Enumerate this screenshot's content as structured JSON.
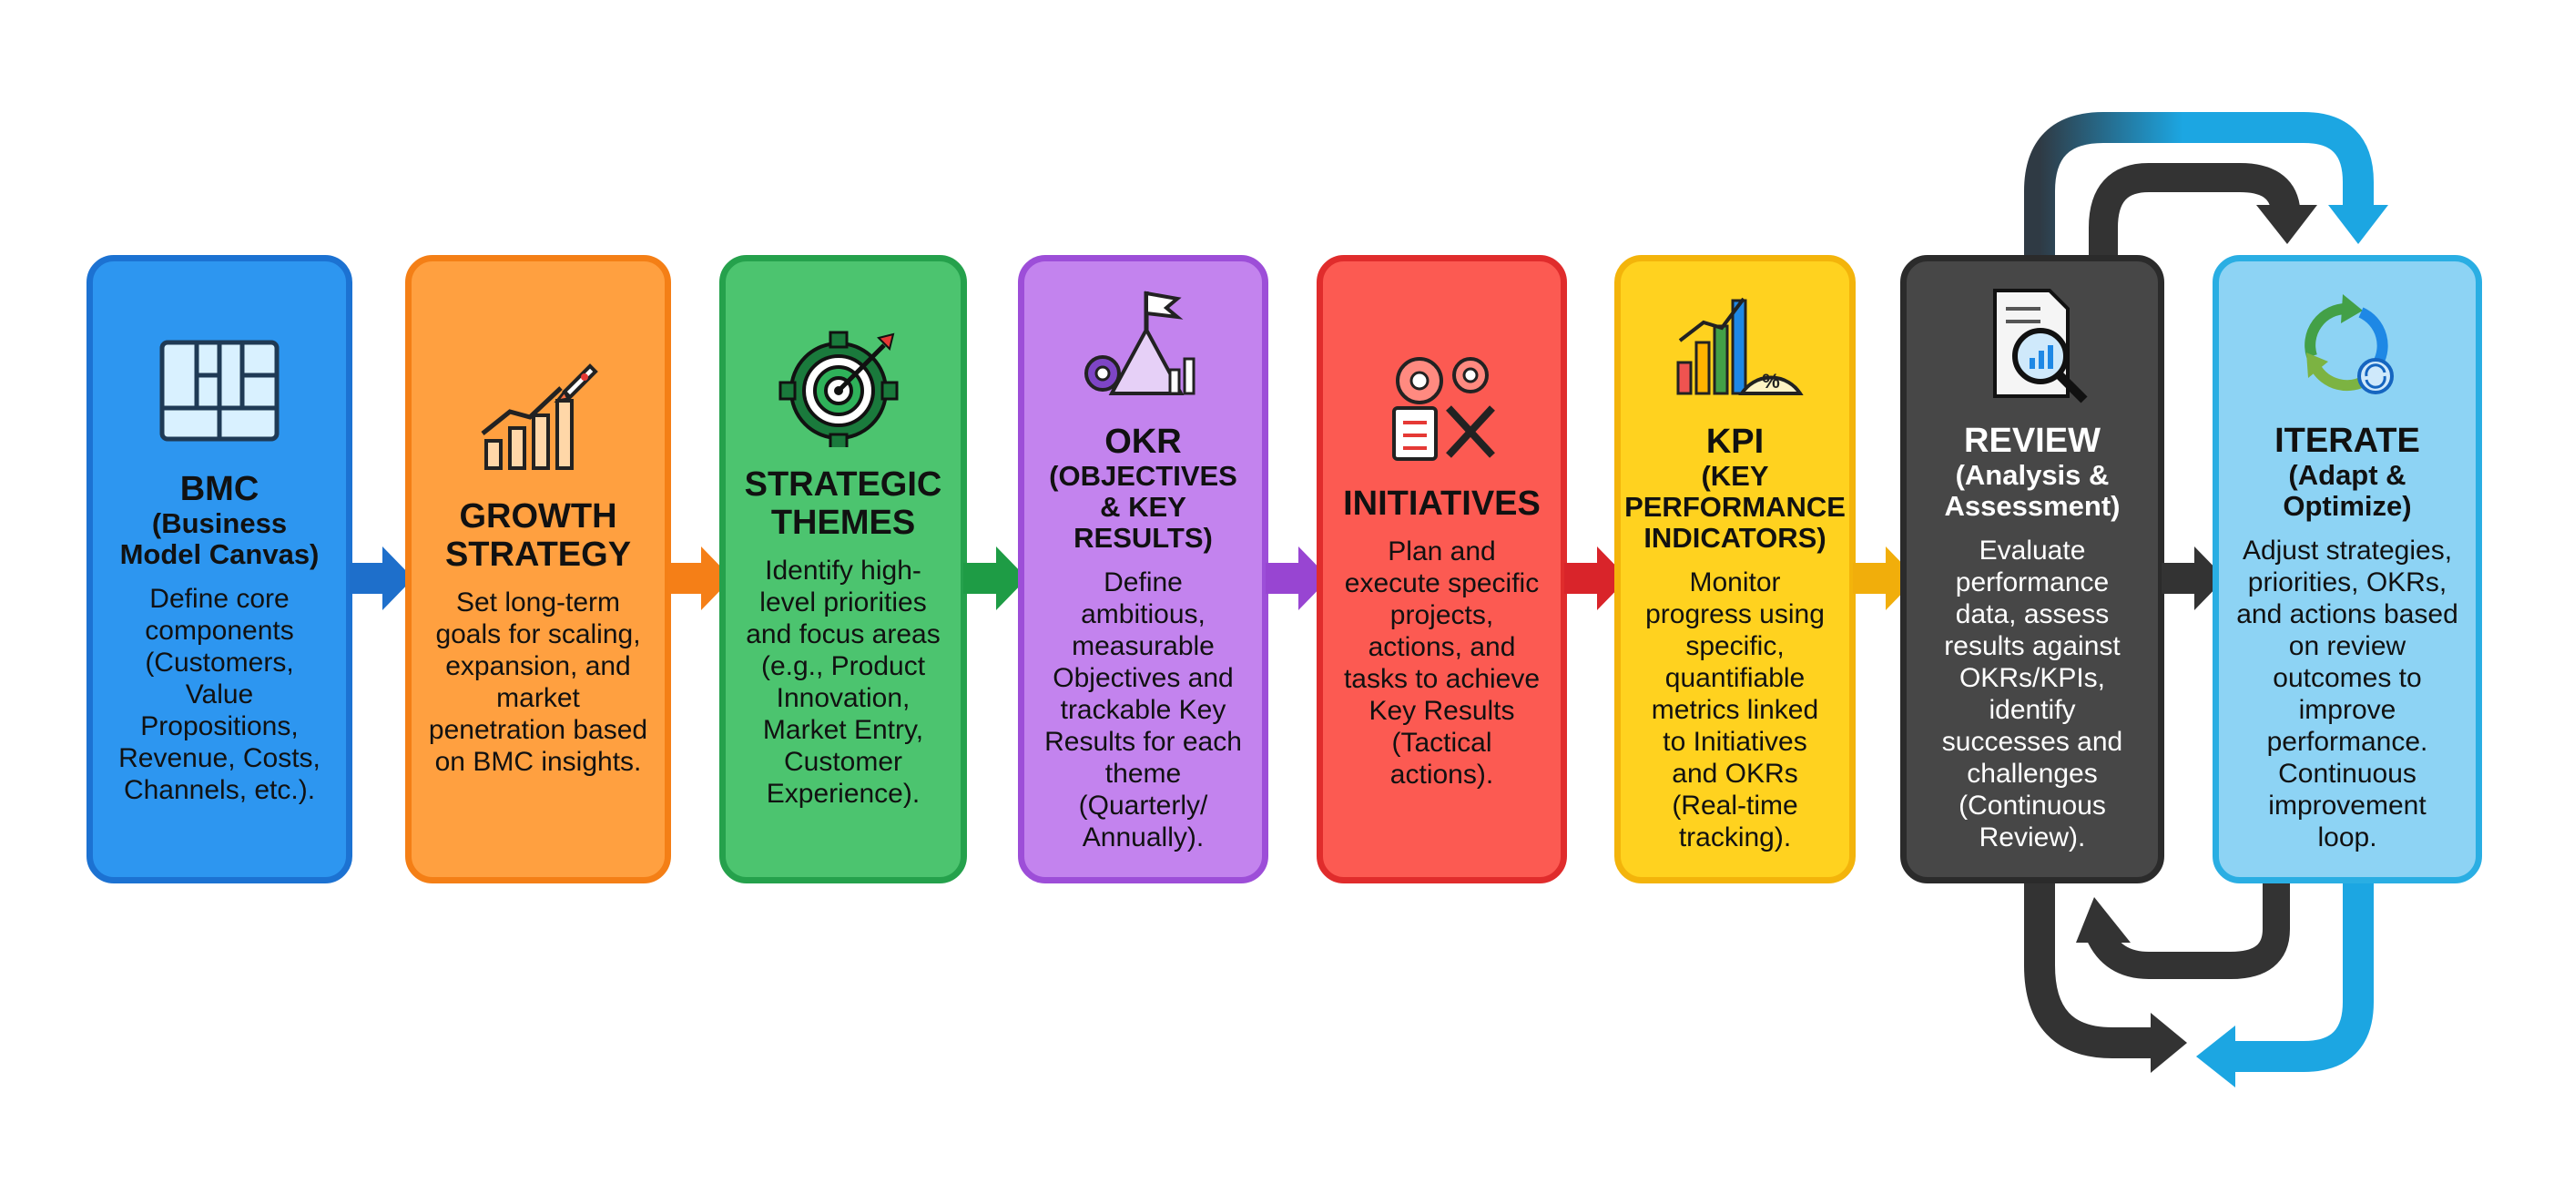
{
  "stages": [
    {
      "title": "BMC",
      "subtitle": "(Business Model Canvas)",
      "description": "Define core components (Customers, Value Propositions, Revenue, Costs, Channels, etc.).",
      "icon": "business-model-canvas-icon",
      "fill": "#2D96F0",
      "border": "#1C72D2",
      "arrow_color": "#1E6FCB"
    },
    {
      "title": "GROWTH STRATEGY",
      "subtitle": "",
      "description": "Set long-term goals for scaling, expansion, and market penetration based on BMC insights.",
      "icon": "growth-rocket-chart-icon",
      "fill": "#FFA040",
      "border": "#F47F16",
      "arrow_color": "#F57F17"
    },
    {
      "title": "STRATEGIC THEMES",
      "subtitle": "",
      "description": "Identify high-level priorities and focus areas (e.g., Product Innovation, Market Entry, Customer Experience).",
      "icon": "target-gear-icon",
      "fill": "#4CC46F",
      "border": "#25A14C",
      "arrow_color": "#1E9C45"
    },
    {
      "title": "OKR",
      "subtitle": "(OBJECTIVES & KEY RESULTS)",
      "description": "Define ambitious, measurable Objectives and trackable Key Results for each theme (Quarterly/ Annually).",
      "icon": "flag-mountain-gear-icon",
      "fill": "#C383EE",
      "border": "#9D4ED8",
      "arrow_color": "#9845D2"
    },
    {
      "title": "INITIATIVES",
      "subtitle": "",
      "description": "Plan and execute specific projects, actions, and tasks to achieve Key Results (Tactical actions).",
      "icon": "gears-tools-checklist-icon",
      "fill": "#FC5A52",
      "border": "#E02C2C",
      "arrow_color": "#D9242A"
    },
    {
      "title": "KPI",
      "subtitle": "(KEY PERFORMANCE INDICATORS)",
      "description": "Monitor progress using specific, quantifiable metrics linked to Initiatives and OKRs (Real-time tracking).",
      "icon": "bar-chart-gauge-icon",
      "fill": "#FFD21F",
      "border": "#F3B40B",
      "arrow_color": "#F1AE0B"
    },
    {
      "title": "REVIEW",
      "subtitle": "(Analysis & Assessment)",
      "description": "Evaluate performance data, assess results against OKRs/KPIs, identify successes and challenges (Continuous Review).",
      "icon": "report-magnifier-icon",
      "fill": "#474747",
      "border": "#2B2B2B",
      "arrow_color": "#333333"
    },
    {
      "title": "ITERATE",
      "subtitle": "(Adapt & Optimize)",
      "description": "Adjust strategies, priorities, OKRs, and actions based on review outcomes to improve performance. Continuous improvement loop.",
      "icon": "cycle-arrows-icon",
      "fill": "#8DD3F4",
      "border": "#2AAEE3",
      "arrow_color": ""
    }
  ],
  "loop": {
    "dark_color": "#333333",
    "blue_color": "#1CA6E2"
  }
}
